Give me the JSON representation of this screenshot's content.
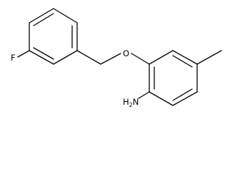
{
  "molecule": {
    "atoms": {
      "fluorine": "F",
      "oxygen": "O",
      "amine_n": "N",
      "amine_h": "H",
      "amine_h_count": "2"
    },
    "colors": {
      "bond": "#000000",
      "label": "#000000",
      "background": "#ffffff"
    }
  }
}
